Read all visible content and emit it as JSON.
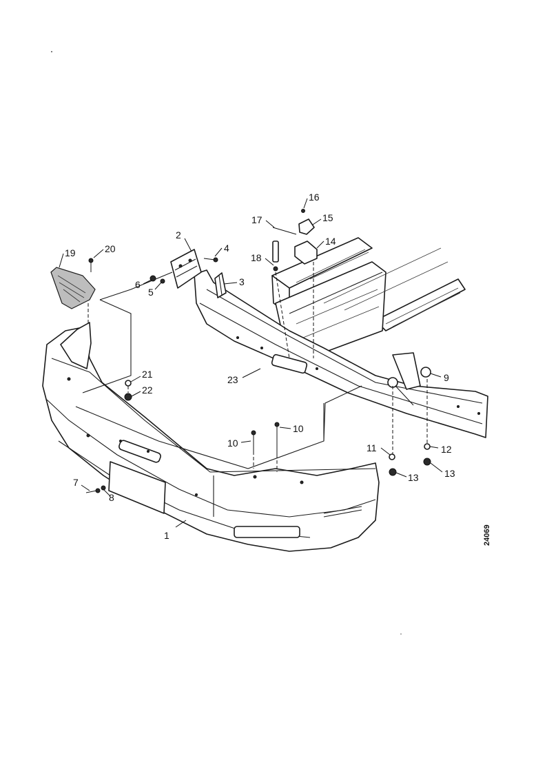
{
  "diagram": {
    "drawing_number": "24069",
    "callouts": [
      {
        "id": "1",
        "text": "1"
      },
      {
        "id": "2",
        "text": "2"
      },
      {
        "id": "3",
        "text": "3"
      },
      {
        "id": "4",
        "text": "4"
      },
      {
        "id": "5",
        "text": "5"
      },
      {
        "id": "6",
        "text": "6"
      },
      {
        "id": "7",
        "text": "7"
      },
      {
        "id": "8",
        "text": "8"
      },
      {
        "id": "9",
        "text": "9"
      },
      {
        "id": "10a",
        "text": "10"
      },
      {
        "id": "10b",
        "text": "10"
      },
      {
        "id": "11",
        "text": "11"
      },
      {
        "id": "12",
        "text": "12"
      },
      {
        "id": "13a",
        "text": "13"
      },
      {
        "id": "13b",
        "text": "13"
      },
      {
        "id": "14",
        "text": "14"
      },
      {
        "id": "15",
        "text": "15"
      },
      {
        "id": "16",
        "text": "16"
      },
      {
        "id": "17",
        "text": "17"
      },
      {
        "id": "18",
        "text": "18"
      },
      {
        "id": "19",
        "text": "19"
      },
      {
        "id": "20",
        "text": "20"
      },
      {
        "id": "21",
        "text": "21"
      },
      {
        "id": "22",
        "text": "22"
      },
      {
        "id": "23",
        "text": "23"
      }
    ]
  }
}
